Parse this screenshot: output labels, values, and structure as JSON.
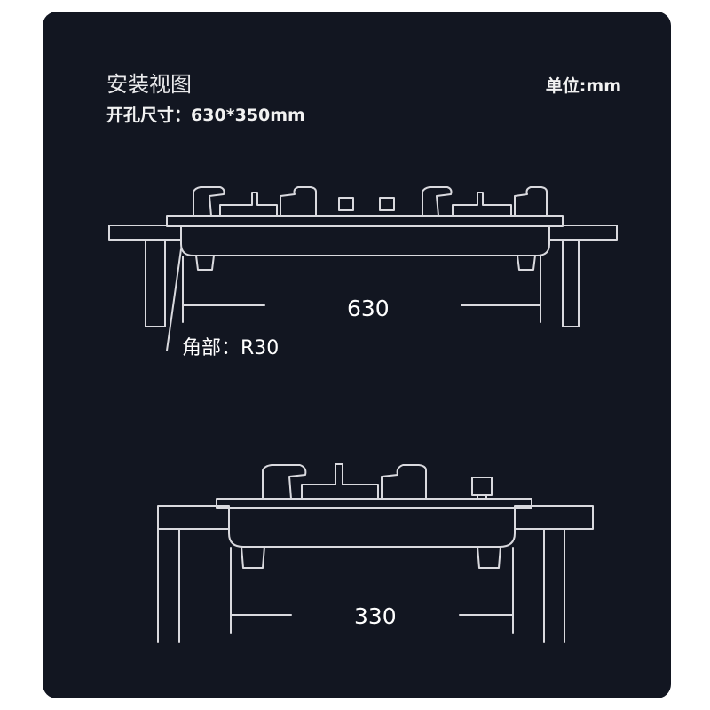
{
  "diagram": {
    "title": "安装视图",
    "unit_label": "单位:mm",
    "cutout_label": "开孔尺寸：630*350mm",
    "width_dimension": "630",
    "corner_label": "角部：R30",
    "depth_dimension": "330"
  },
  "colors": {
    "background": "#121621",
    "line": "#d9d9de",
    "text": "#ffffff"
  }
}
